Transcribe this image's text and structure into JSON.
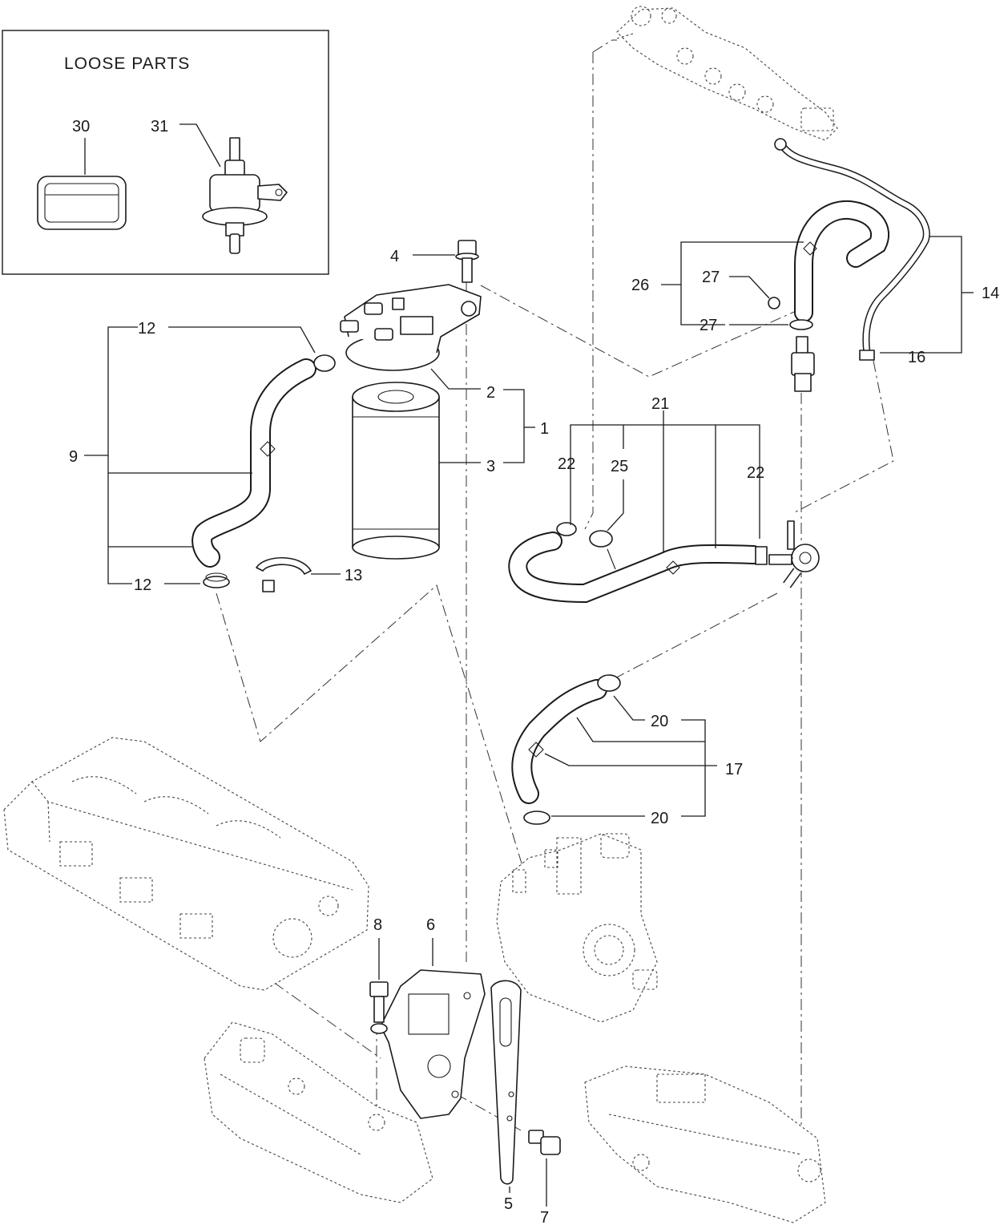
{
  "loose_parts": {
    "title": "LOOSE PARTS",
    "items": [
      "30",
      "31"
    ]
  },
  "callouts": {
    "c1": "1",
    "c2": "2",
    "c3": "3",
    "c4": "4",
    "c5": "5",
    "c6": "6",
    "c7": "7",
    "c8": "8",
    "c9": "9",
    "c12a": "12",
    "c12b": "12",
    "c13": "13",
    "c14": "14",
    "c16": "16",
    "c17": "17",
    "c20a": "20",
    "c20b": "20",
    "c21": "21",
    "c22a": "22",
    "c22b": "22",
    "c25": "25",
    "c26": "26",
    "c27a": "27",
    "c27b": "27"
  }
}
